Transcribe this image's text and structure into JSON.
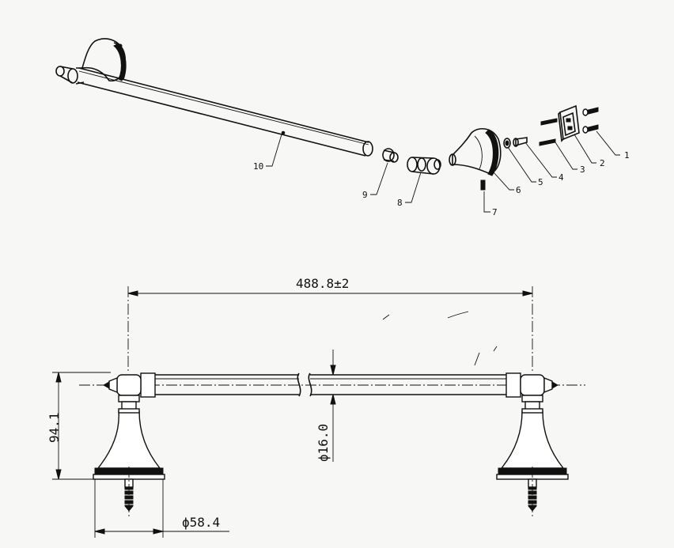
{
  "exploded_view": {
    "part_labels": [
      "1",
      "2",
      "3",
      "4",
      "5",
      "6",
      "7",
      "8",
      "9",
      "10"
    ]
  },
  "dimensions": {
    "overall_length": "488.8±2",
    "height": "94.1",
    "bar_diameter": "ϕ16.0",
    "base_diameter": "ϕ58.4"
  }
}
